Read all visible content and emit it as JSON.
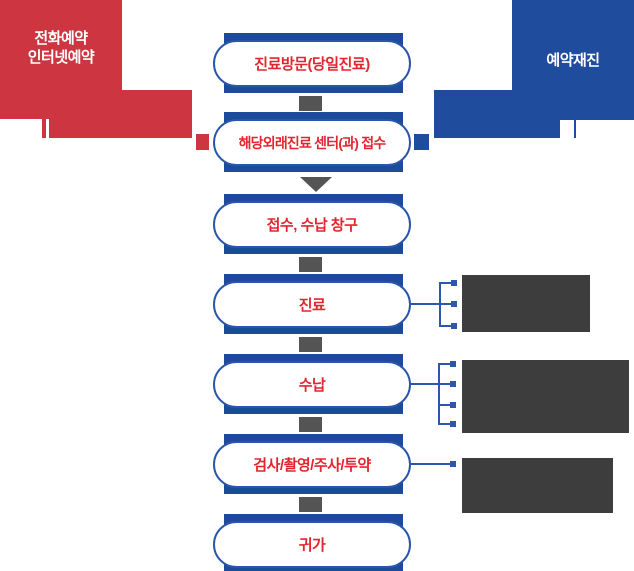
{
  "badges": {
    "phone_internet_reservation": {
      "lines": [
        "전화예약",
        "인터넷예약"
      ]
    },
    "reservation_revisit": {
      "label": "예약재진"
    }
  },
  "steps": [
    {
      "label": "진료방문(당일진료)"
    },
    {
      "label": "해당외래진료 센터(과) 접수"
    },
    {
      "label": "접수, 수납 창구"
    },
    {
      "label": "진료"
    },
    {
      "label": "수납"
    },
    {
      "label": "검사/촬영/주사/투약"
    },
    {
      "label": "귀가"
    }
  ],
  "connectors": {
    "between_steps": [
      "square",
      "triangle",
      "square",
      "square",
      "square",
      "square"
    ],
    "side_links": [
      {
        "from": "진료",
        "stubs": 3
      },
      {
        "from": "수납",
        "stubs": 4
      },
      {
        "from": "검사/촬영/주사/투약",
        "stubs": 1
      }
    ]
  },
  "side_boxes": [
    {
      "label": ""
    },
    {
      "label": ""
    },
    {
      "label": ""
    }
  ],
  "colors": {
    "red": "#cd3540",
    "pill_text_red": "#e32530",
    "blue": "#1f4c9c",
    "pill_border_blue": "#2a56a8",
    "pill_back_blue": "#1d4b9c",
    "connector_line_blue": "#2d57a8",
    "dark_box_gray": "#3d3d3d",
    "connector_gray": "#545454"
  }
}
